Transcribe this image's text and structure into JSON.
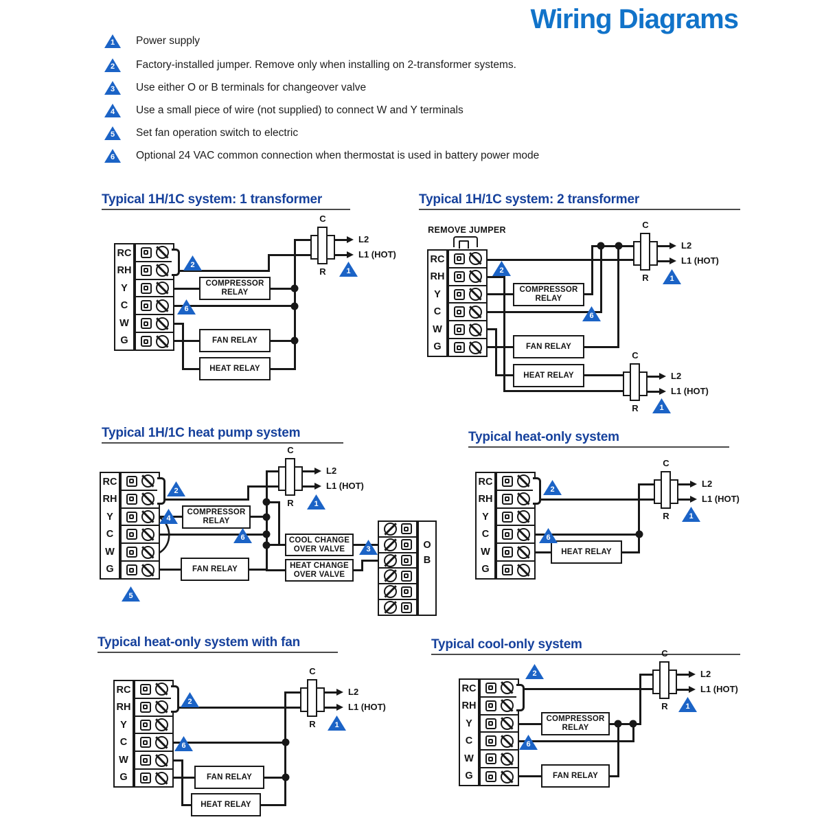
{
  "page_title": "Wiring Diagrams",
  "legend": {
    "items": [
      {
        "num": "1",
        "text": "Power supply"
      },
      {
        "num": "2",
        "text": "Factory-installed jumper. Remove only when installing on 2-transformer systems."
      },
      {
        "num": "3",
        "text": "Use either O or B terminals for changeover valve"
      },
      {
        "num": "4",
        "text": "Use a small piece of wire (not supplied) to connect W and Y terminals"
      },
      {
        "num": "5",
        "text": "Set fan operation switch to electric"
      },
      {
        "num": "6",
        "text": "Optional 24 VAC common connection when thermostat is used in battery power mode"
      }
    ]
  },
  "labels": {
    "transformer_top": "C",
    "transformer_bottom": "R",
    "l2": "L2",
    "l1": "L1 (HOT)",
    "remove_jumper": "REMOVE JUMPER"
  },
  "marker_numbers": {
    "m1": "1",
    "m2": "2",
    "m3": "3",
    "m4": "4",
    "m5": "5",
    "m6": "6"
  },
  "relay_labels": {
    "compressor": "COMPRESSOR RELAY",
    "fan": "FAN RELAY",
    "heat": "HEAT RELAY",
    "cool_changeover": "COOL CHANGE OVER VALVE",
    "heat_changeover": "HEAT CHANGE OVER VALVE"
  },
  "diagrams": {
    "d1": {
      "title": "Typical 1H/1C system: 1 transformer",
      "terminals": [
        "RC",
        "RH",
        "Y",
        "C",
        "W",
        "G"
      ]
    },
    "d2": {
      "title": "Typical 1H/1C system: 2 transformer",
      "terminals": [
        "RC",
        "RH",
        "Y",
        "C",
        "W",
        "G"
      ]
    },
    "d3": {
      "title": "Typical 1H/1C heat pump system",
      "terminals": [
        "RC",
        "RH",
        "Y",
        "C",
        "W",
        "G"
      ],
      "right_terminals": [
        "",
        "O",
        "B",
        "",
        "",
        ""
      ]
    },
    "d4": {
      "title": "Typical heat-only system",
      "terminals": [
        "RC",
        "RH",
        "Y",
        "C",
        "W",
        "G"
      ]
    },
    "d5": {
      "title": "Typical heat-only system with fan",
      "terminals": [
        "RC",
        "RH",
        "Y",
        "C",
        "W",
        "G"
      ]
    },
    "d6": {
      "title": "Typical cool-only system",
      "terminals": [
        "RC",
        "RH",
        "Y",
        "C",
        "W",
        "G"
      ]
    }
  }
}
